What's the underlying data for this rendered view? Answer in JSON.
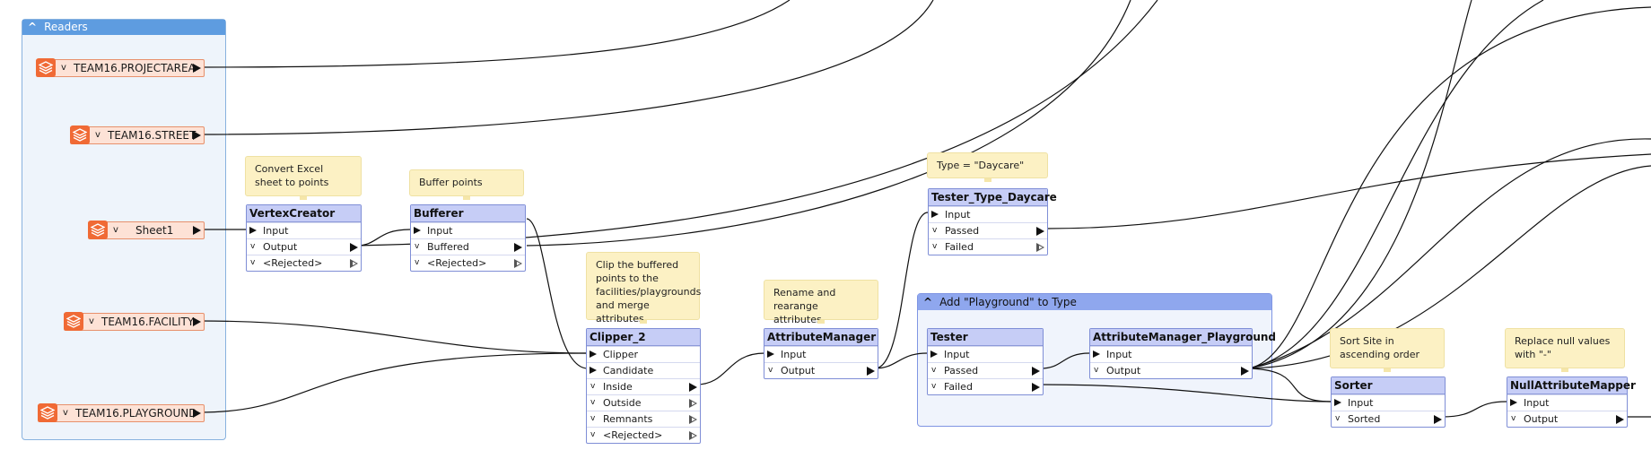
{
  "colors": {
    "bookmark_bg": "#eef4fb",
    "bookmark_border": "#88b2df",
    "bookmark_header": "#5e9ce0",
    "group_header": "#8fa7ee",
    "group_bg": "#f0f4fc",
    "reader_fill": "#fde2d6",
    "reader_icon": "#f06a35",
    "transformer_title": "#c6cdf6",
    "annotation_fill": "#fcf1c4",
    "wire": "#111111"
  },
  "bookmark_readers": {
    "title": "Readers"
  },
  "bookmark_group": {
    "title": "Add \"Playground\" to Type"
  },
  "readers": [
    {
      "name": "TEAM16.PROJECTAREA"
    },
    {
      "name": "TEAM16.STREET"
    },
    {
      "name": "Sheet1"
    },
    {
      "name": "TEAM16.FACILITY"
    },
    {
      "name": "TEAM16.PLAYGROUND"
    }
  ],
  "annotations": {
    "vertexcreator": "Convert Excel sheet to points",
    "bufferer": "Buffer points",
    "tester_type": "Type = \"Daycare\"",
    "clipper": "Clip the buffered points to the facilities/playgrounds and merge attributes",
    "attributemanager": "Rename and rearange attributes",
    "sorter": "Sort Site in ascending order",
    "nullmapper": "Replace null values with \"-\""
  },
  "transformers": {
    "vertexcreator": {
      "title": "VertexCreator",
      "inputs": [
        "Input"
      ],
      "outputs": [
        "Output",
        "<Rejected>"
      ]
    },
    "bufferer": {
      "title": "Bufferer",
      "inputs": [
        "Input"
      ],
      "outputs": [
        "Buffered",
        "<Rejected>"
      ]
    },
    "tester_type": {
      "title": "Tester_Type_Daycare",
      "inputs": [
        "Input"
      ],
      "outputs": [
        "Passed",
        "Failed"
      ]
    },
    "clipper": {
      "title": "Clipper_2",
      "inputs": [
        "Clipper",
        "Candidate"
      ],
      "outputs": [
        "Inside",
        "Outside",
        "Remnants",
        "<Rejected>"
      ]
    },
    "attributemanager": {
      "title": "AttributeManager",
      "inputs": [
        "Input"
      ],
      "outputs": [
        "Output"
      ]
    },
    "tester": {
      "title": "Tester",
      "inputs": [
        "Input"
      ],
      "outputs": [
        "Passed",
        "Failed"
      ]
    },
    "am_playground": {
      "title": "AttributeManager_Playground",
      "inputs": [
        "Input"
      ],
      "outputs": [
        "Output"
      ]
    },
    "sorter": {
      "title": "Sorter",
      "inputs": [
        "Input"
      ],
      "outputs": [
        "Sorted"
      ]
    },
    "nullmapper": {
      "title": "NullAttributeMapper",
      "inputs": [
        "Input"
      ],
      "outputs": [
        "Output"
      ]
    }
  },
  "glyphs": {
    "collapse": "^",
    "expand": "v"
  }
}
